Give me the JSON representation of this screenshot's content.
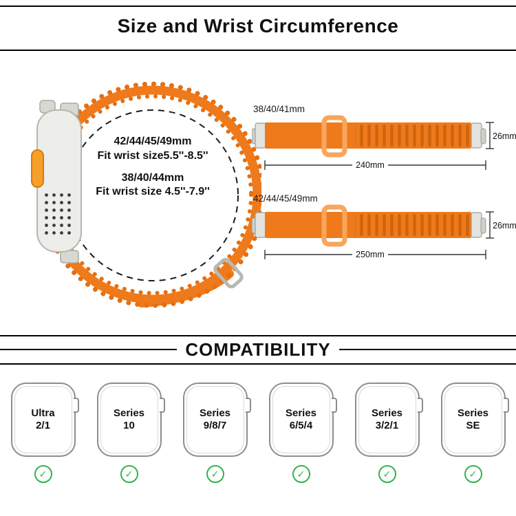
{
  "header": {
    "title": "Size and Wrist Circumference"
  },
  "size_info": {
    "line1": "42/44/45/49mm",
    "line2": "Fit wrist size5.5''-8.5''",
    "line3": "38/40/44mm",
    "line4": "Fit wrist size 4.5''-7.9''"
  },
  "bands": [
    {
      "label": "38/40/41mm",
      "width": "26mm",
      "length": "240mm"
    },
    {
      "label": "42/44/45/49mm",
      "width": "26mm",
      "length": "250mm"
    }
  ],
  "compatibility": {
    "title": "COMPATIBILITY",
    "check": "✓",
    "models": [
      {
        "name": "Ultra",
        "detail": "2/1"
      },
      {
        "name": "Series",
        "detail": "10"
      },
      {
        "name": "Series",
        "detail": "9/8/7"
      },
      {
        "name": "Series",
        "detail": "6/5/4"
      },
      {
        "name": "Series",
        "detail": "3/2/1"
      },
      {
        "name": "Series",
        "detail": "SE"
      }
    ]
  },
  "colors": {
    "band_orange": "#EE7A1B",
    "band_ridge": "#D0640C",
    "buckle_orange": "#F9A55B",
    "scallop_orange": "#E66F12",
    "action_button_orange": "#F6A02B",
    "check_green": "#2EB54C"
  }
}
